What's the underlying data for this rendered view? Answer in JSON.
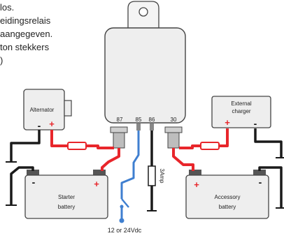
{
  "header_lines": [
    "los.",
    "eidingsrelais",
    "aangegeven.",
    "ton stekkers",
    ")"
  ],
  "relay": {
    "terminals": [
      "87",
      "85",
      "86",
      "30"
    ]
  },
  "devices": {
    "alternator": {
      "label": "Alternator",
      "minus": "-",
      "plus": "+"
    },
    "external_charger": {
      "label_line1": "External",
      "label_line2": "charger",
      "plus": "+",
      "minus": "-"
    },
    "starter_battery": {
      "minus": "-",
      "plus": "+",
      "label_line1": "Starter",
      "label_line2": "battery"
    },
    "accessory_battery": {
      "plus": "+",
      "minus": "-",
      "label_line1": "Accessory",
      "label_line2": "battery"
    }
  },
  "fuse_label": "3Amp",
  "supply_label": "12 or 24Vdc",
  "colors": {
    "positive_wire": "#e8262b",
    "negative_wire": "#1a1a1a",
    "control_wire": "#3f7fd0"
  }
}
